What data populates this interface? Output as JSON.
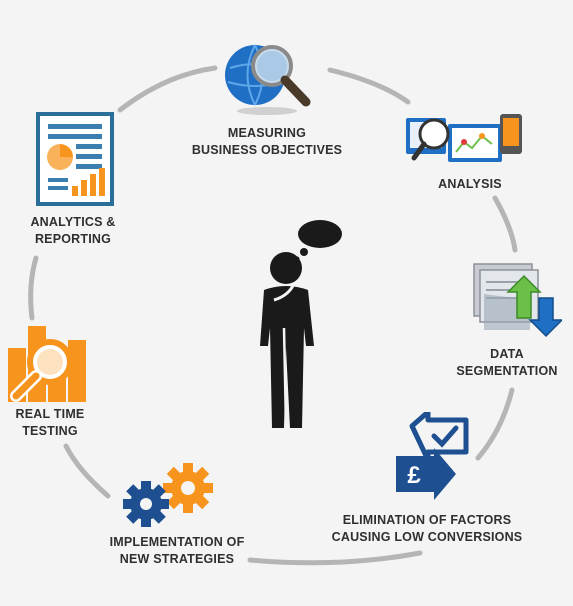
{
  "stages": [
    {
      "id": "measuring",
      "lines": [
        "MEASURING",
        "BUSINESS OBJECTIVES"
      ],
      "icon": "magnifier-globe-icon"
    },
    {
      "id": "analysis",
      "lines": [
        "ANALYSIS"
      ],
      "icon": "analysis-dashboard-icon"
    },
    {
      "id": "segmentation",
      "lines": [
        "DATA",
        "SEGMENTATION"
      ],
      "icon": "documents-arrows-icon"
    },
    {
      "id": "elimination",
      "lines": [
        "ELIMINATION OF FACTORS",
        "CAUSING LOW CONVERSIONS"
      ],
      "icon": "pound-arrows-icon"
    },
    {
      "id": "implementation",
      "lines": [
        "IMPLEMENTATION OF",
        "NEW STRATEGIES"
      ],
      "icon": "gears-icon"
    },
    {
      "id": "testing",
      "lines": [
        "REAL TIME",
        "TESTING"
      ],
      "icon": "chart-magnifier-icon"
    },
    {
      "id": "reporting",
      "lines": [
        "ANALYTICS &",
        "REPORTING"
      ],
      "icon": "report-document-icon"
    }
  ],
  "center": {
    "icon": "thinking-person-icon"
  },
  "colors": {
    "ring": "#b5b5b5",
    "label": "#2f2f2f",
    "blue": "#1f6fc5",
    "orange": "#f7941d",
    "navy": "#1d4f91",
    "green": "#6cc04a",
    "person": "#1a1a1a"
  }
}
